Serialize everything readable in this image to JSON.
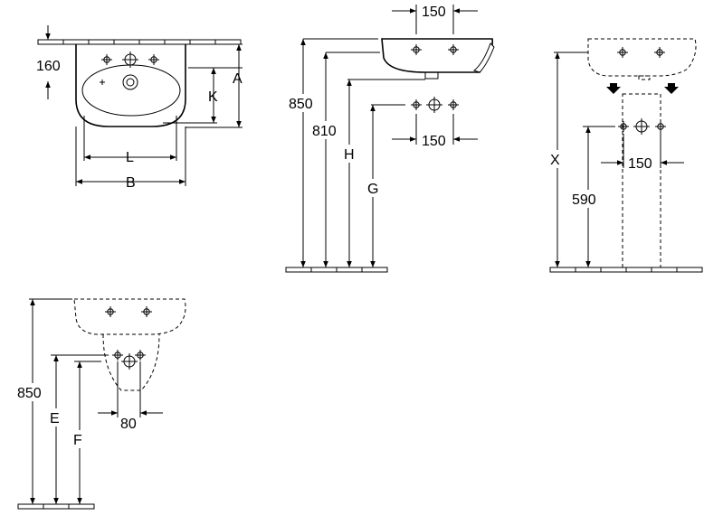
{
  "view_front": {
    "dim_top": "160",
    "dim_a": "A",
    "dim_k": "K",
    "dim_l": "L",
    "dim_b": "B"
  },
  "view_side": {
    "dim_top_width": "150",
    "dim_850": "850",
    "dim_810": "810",
    "dim_h": "H",
    "dim_g": "G",
    "dim_bottom_width": "150"
  },
  "view_pedestal": {
    "dim_x": "X",
    "dim_590": "590",
    "dim_150": "150"
  },
  "view_semi": {
    "dim_850": "850",
    "dim_e": "E",
    "dim_f": "F",
    "dim_80": "80"
  }
}
